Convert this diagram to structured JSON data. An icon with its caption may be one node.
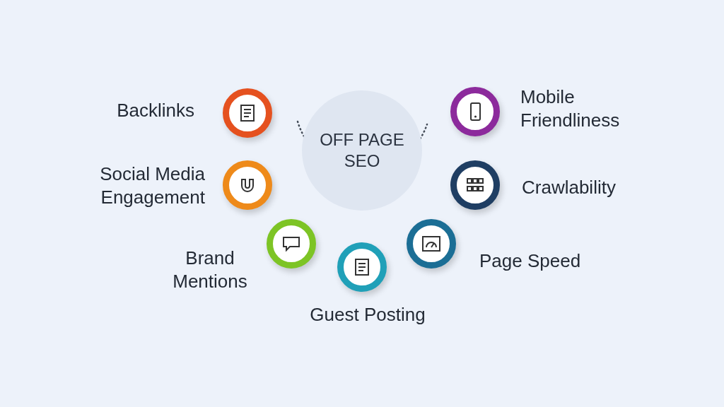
{
  "diagram": {
    "nodes": [
      {
        "text": [
          "OFF PAGE SEO"
        ]
      },
      {
        "text": [],
        "shape": "circle",
        "beside": [
          "Backlinks"
        ]
      },
      {
        "text": [],
        "shape": "circle",
        "beside": [
          "Mobile Friendliness"
        ]
      },
      {
        "text": [],
        "shape": "circle",
        "beside": [
          "Social Media Engagement"
        ]
      },
      {
        "text": [],
        "shape": "circle",
        "beside": [
          "Crawlability"
        ]
      },
      {
        "text": [],
        "shape": "circle",
        "beside": [
          "Brand Mentions"
        ]
      },
      {
        "text": [],
        "shape": "circle",
        "beside": [
          "Page Speed"
        ]
      },
      {
        "text": [],
        "shape": "circle",
        "beside": [
          "Guest Posting"
        ]
      }
    ]
  }
}
